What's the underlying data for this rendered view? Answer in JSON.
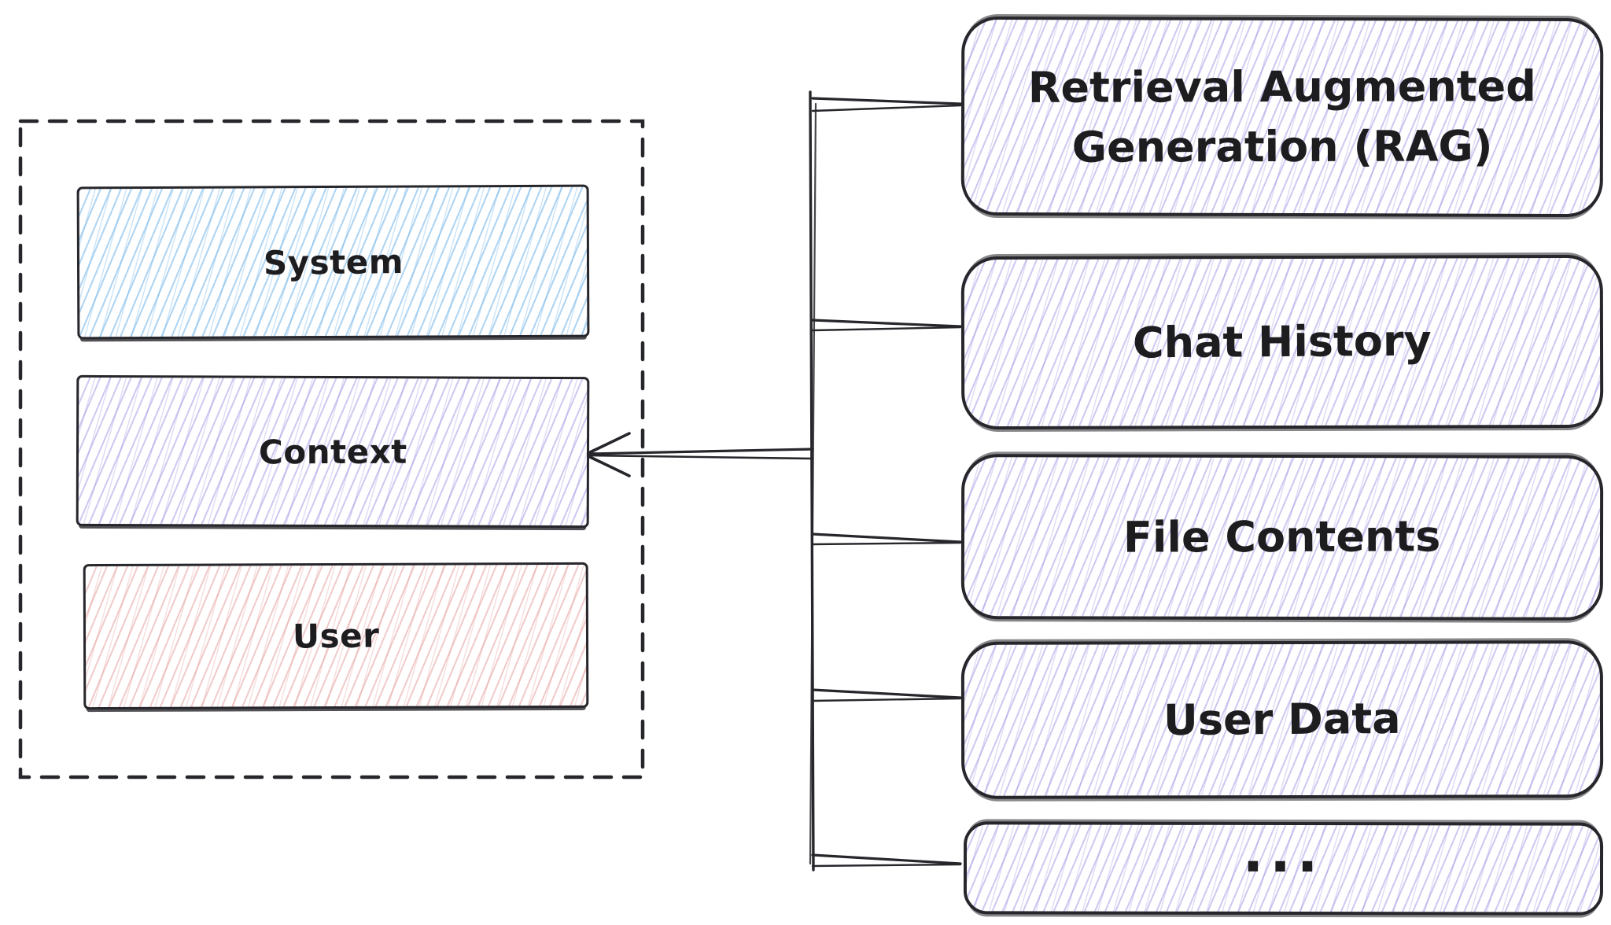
{
  "colors": {
    "background": "#ffffff",
    "stroke": "#26262b",
    "system_hatch": "#6fb3e8",
    "context_hatch": "#8d82dd",
    "user_hatch": "#e08f8f",
    "source_hatch": "#8d82dd"
  },
  "prompt_group": {
    "boxes": [
      {
        "id": "system",
        "label": "System"
      },
      {
        "id": "context",
        "label": "Context"
      },
      {
        "id": "user",
        "label": "User"
      }
    ]
  },
  "sources": {
    "boxes": [
      {
        "id": "rag",
        "label": "Retrieval Augmented Generation (RAG)"
      },
      {
        "id": "chat-history",
        "label": "Chat History"
      },
      {
        "id": "file-contents",
        "label": "File Contents"
      },
      {
        "id": "user-data",
        "label": "User Data"
      },
      {
        "id": "more",
        "label": "..."
      }
    ]
  },
  "edges": {
    "arrow": {
      "from": "sources-trunk",
      "to": "context"
    }
  }
}
